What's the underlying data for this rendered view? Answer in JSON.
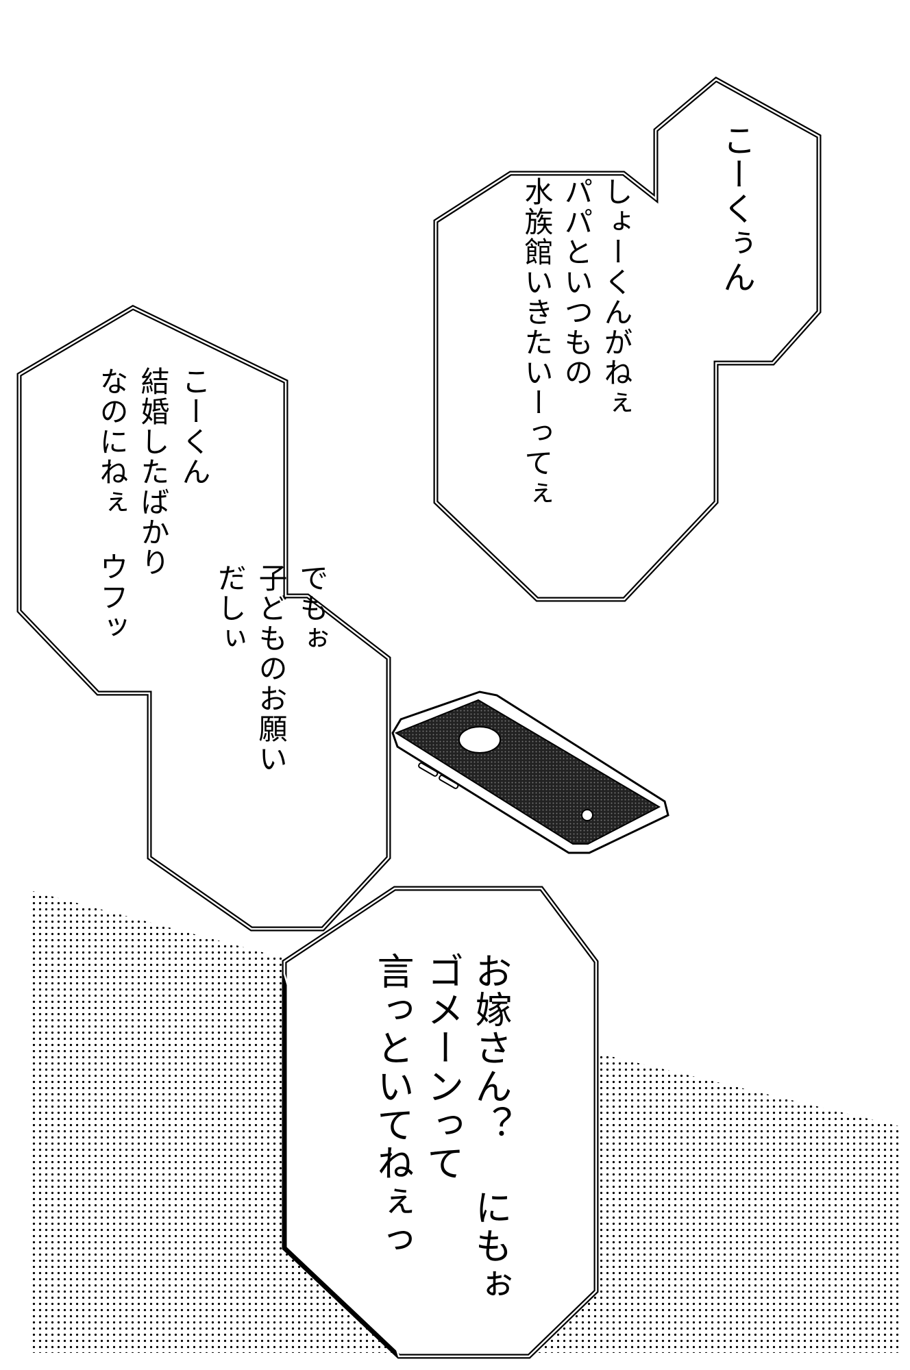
{
  "bubbles": [
    {
      "lines": [
        "こーくぅん",
        "しょーくんがねぇ",
        "パパといつもの",
        "水族館いきたいーってぇ"
      ]
    },
    {
      "lines": [
        "こーくん",
        "結婚したばかり",
        "なのにねぇ ウフッ",
        "でもぉ",
        "子どものお願い",
        "だしぃ"
      ]
    },
    {
      "lines": [
        "お嫁さん？ にもぉ",
        "ゴメーンって",
        "言っといてねぇっ"
      ]
    }
  ],
  "colors": {
    "ink": "#000000",
    "paper": "#ffffff"
  }
}
